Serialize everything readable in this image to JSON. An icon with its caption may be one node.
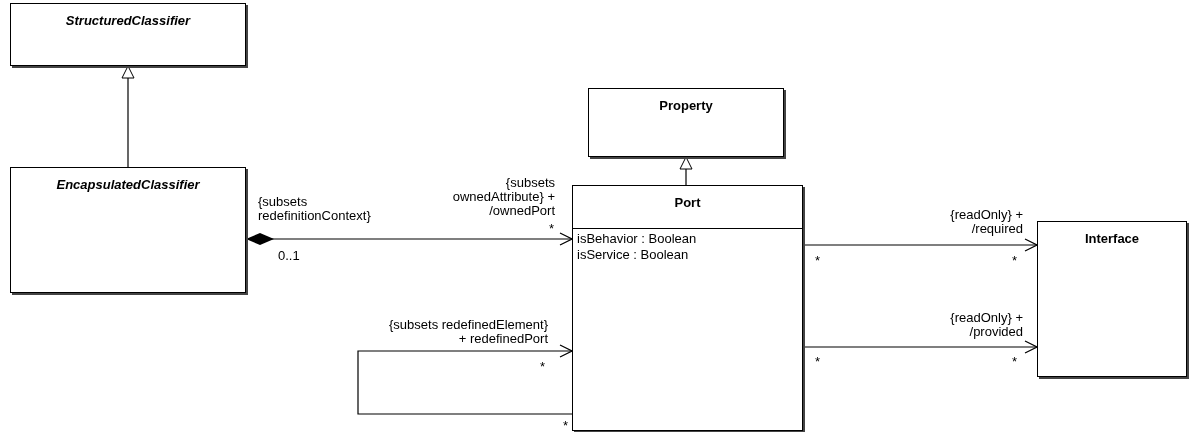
{
  "diagram": {
    "nodes": [
      {
        "text": [
          "StructuredClassifier"
        ]
      },
      {
        "text": [
          "EncapsulatedClassifier"
        ]
      },
      {
        "text": [
          "Property"
        ]
      },
      {
        "text": [
          "Port",
          "isBehavior : Boolean",
          "isService : Boolean"
        ]
      },
      {
        "text": [
          "Interface"
        ]
      }
    ],
    "edges": [
      {
        "from": 1,
        "to": 0,
        "arrow": "to"
      },
      {
        "from": 3,
        "to": 2,
        "arrow": "to"
      },
      {
        "from": 1,
        "to": 3,
        "arrow": "to"
      },
      {
        "from": 3,
        "to": 3,
        "arrow": "to"
      },
      {
        "from": 3,
        "to": 4,
        "arrow": "to"
      },
      {
        "from": 3,
        "to": 4,
        "arrow": "to"
      }
    ],
    "labels": [
      "{subsets redefinitionContext}",
      "{subsets ownedAttribute} + /ownedPort",
      "{readOnly} + /required",
      "*",
      "0..1",
      "*",
      "*",
      "{subsets redefinedElement} + redefinedPort",
      "{readOnly} + /provided",
      "*",
      "*",
      "*",
      "*"
    ]
  }
}
